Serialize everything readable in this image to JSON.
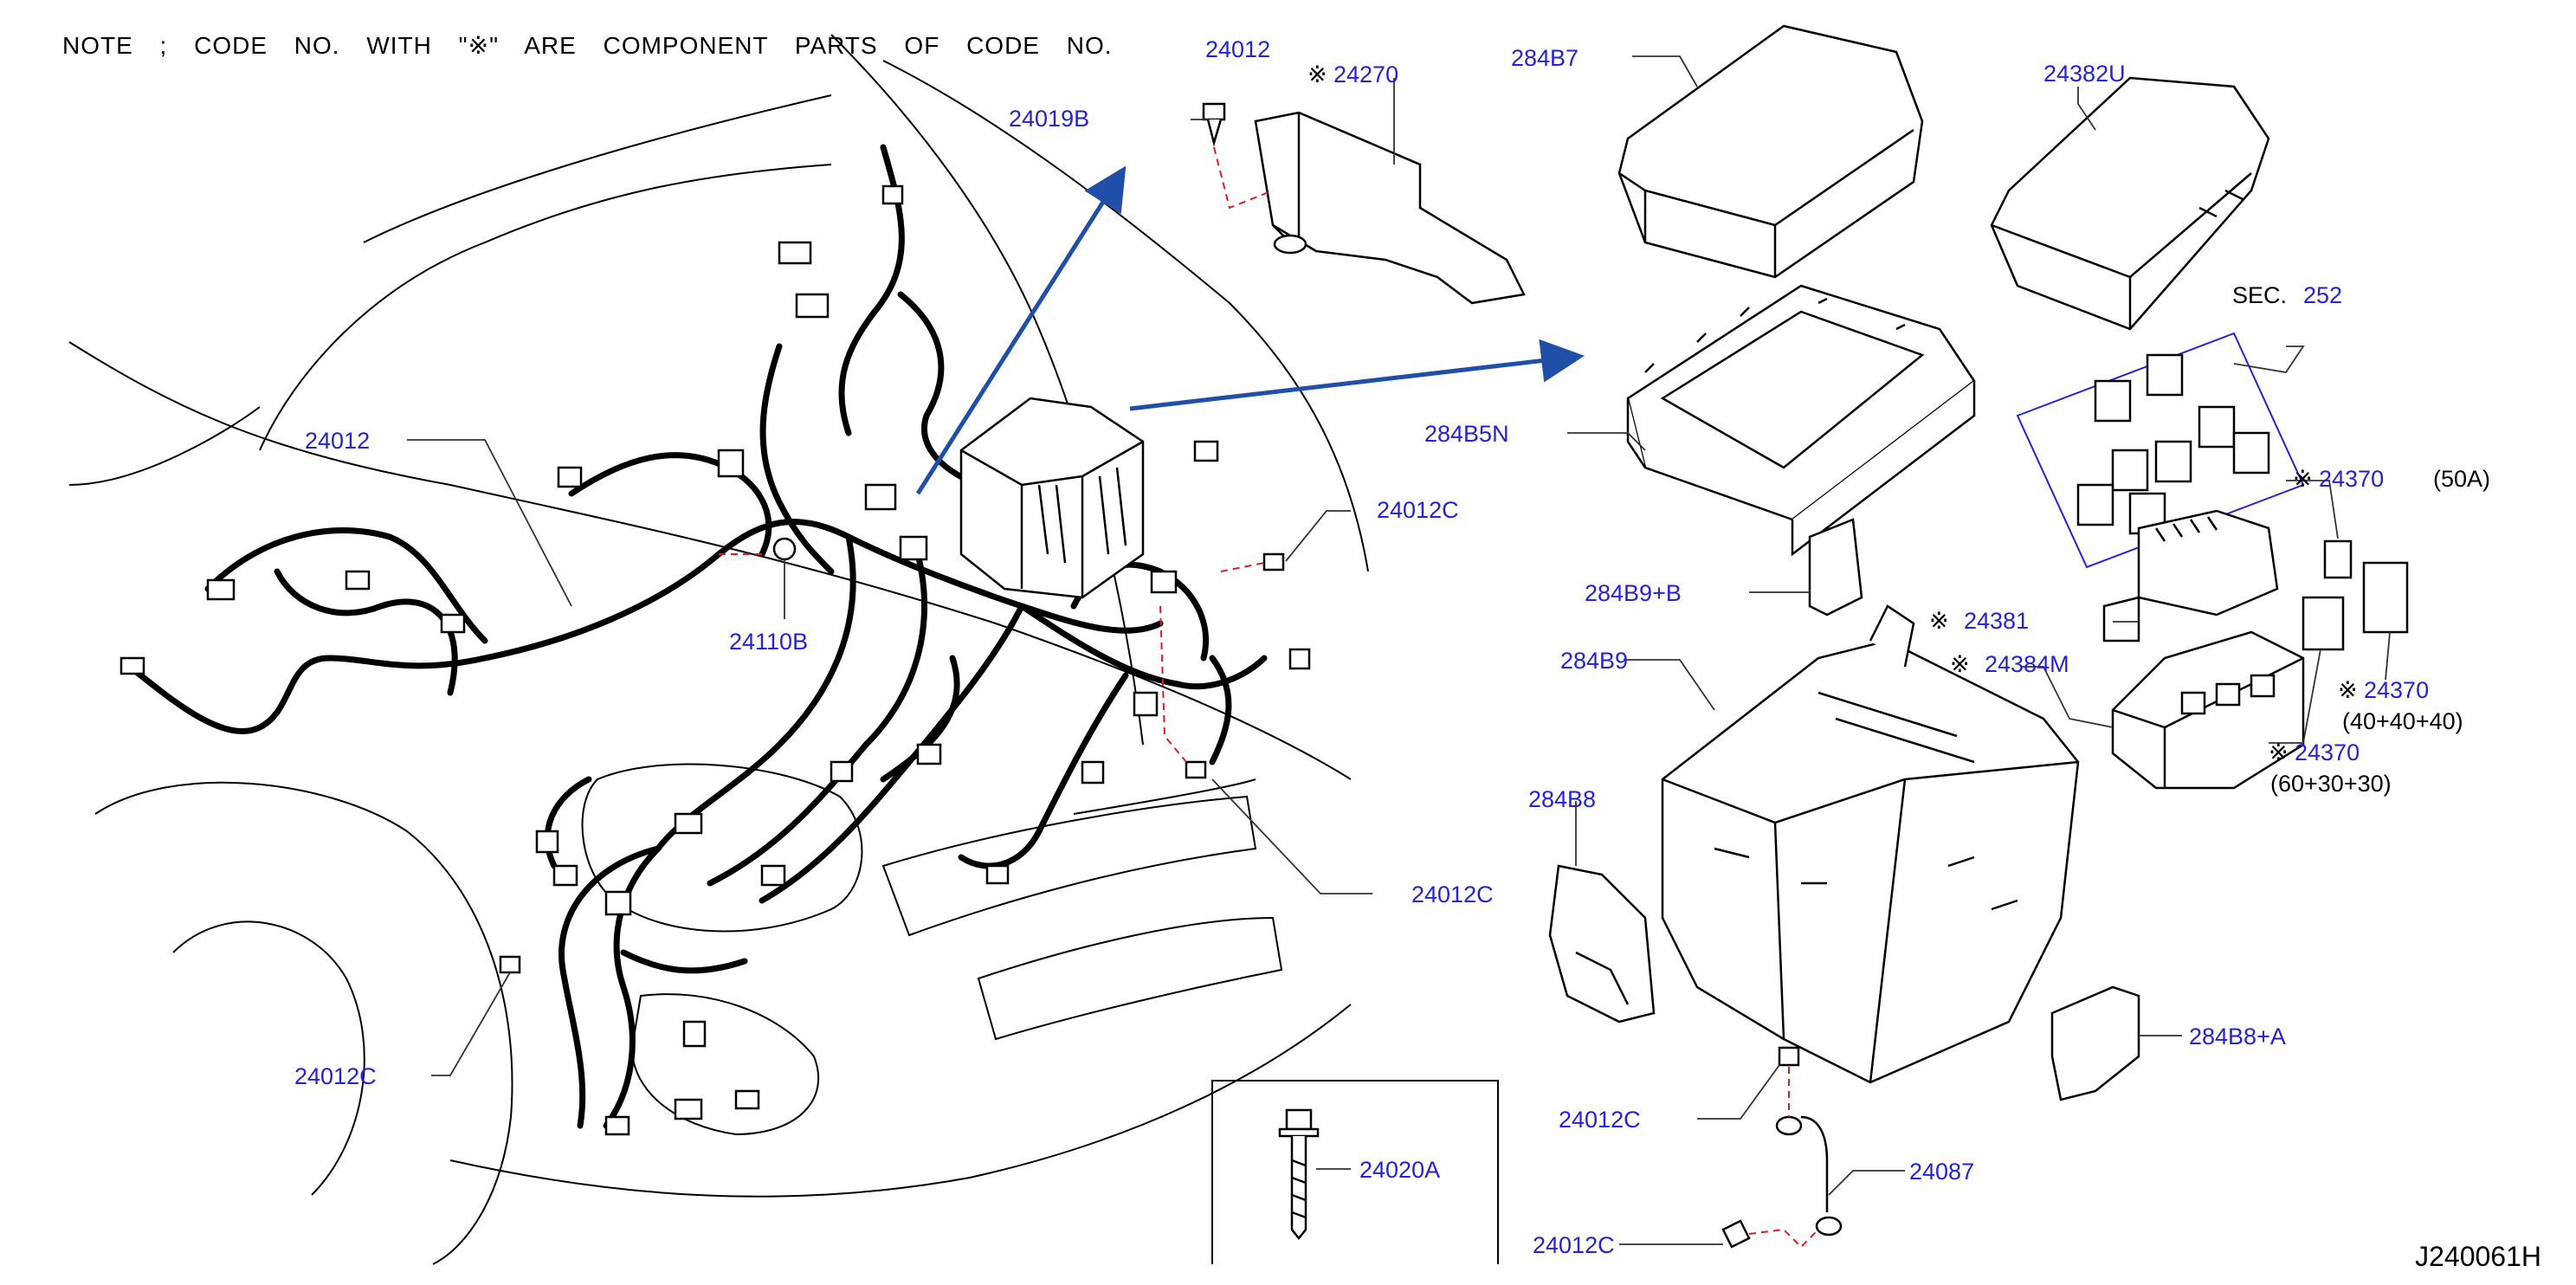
{
  "note": {
    "text_before": "NOTE ; CODE NO. WITH \"",
    "text_after": "\" ARE COMPONENT PARTS OF CODE NO."
  },
  "component_mark": "※",
  "drawing_number": "J240061H",
  "sec_ref": {
    "prefix": "SEC.",
    "number": "252"
  },
  "ratings": {
    "r50": "(50A)",
    "r404040": "(40+40+40)",
    "r603030": "(60+30+30)"
  },
  "labels": {
    "p24012_top": "24012",
    "p24270": "24270",
    "p24019B": "24019B",
    "p284B7": "284B7",
    "p24382U": "24382U",
    "p24012_left": "24012",
    "p284B5N": "284B5N",
    "p24012C_1": "24012C",
    "p24110B": "24110B",
    "p284B9B": "284B9+B",
    "p24381": "24381",
    "p24370_top": "24370",
    "p284B9": "284B9",
    "p24384M": "24384M",
    "p24370_mid": "24370",
    "p24370_low": "24370",
    "p284B8": "284B8",
    "p24012C_2": "24012C",
    "p24012C_3": "24012C",
    "p284B8A": "284B8+A",
    "p24020A": "24020A",
    "p24012C_4": "24012C",
    "p24087": "24087",
    "p24012C_5": "24012C"
  },
  "colors": {
    "label": "#2323d6",
    "arrow": "#1f4fa8",
    "line": "#000000",
    "leader": "#333333"
  }
}
